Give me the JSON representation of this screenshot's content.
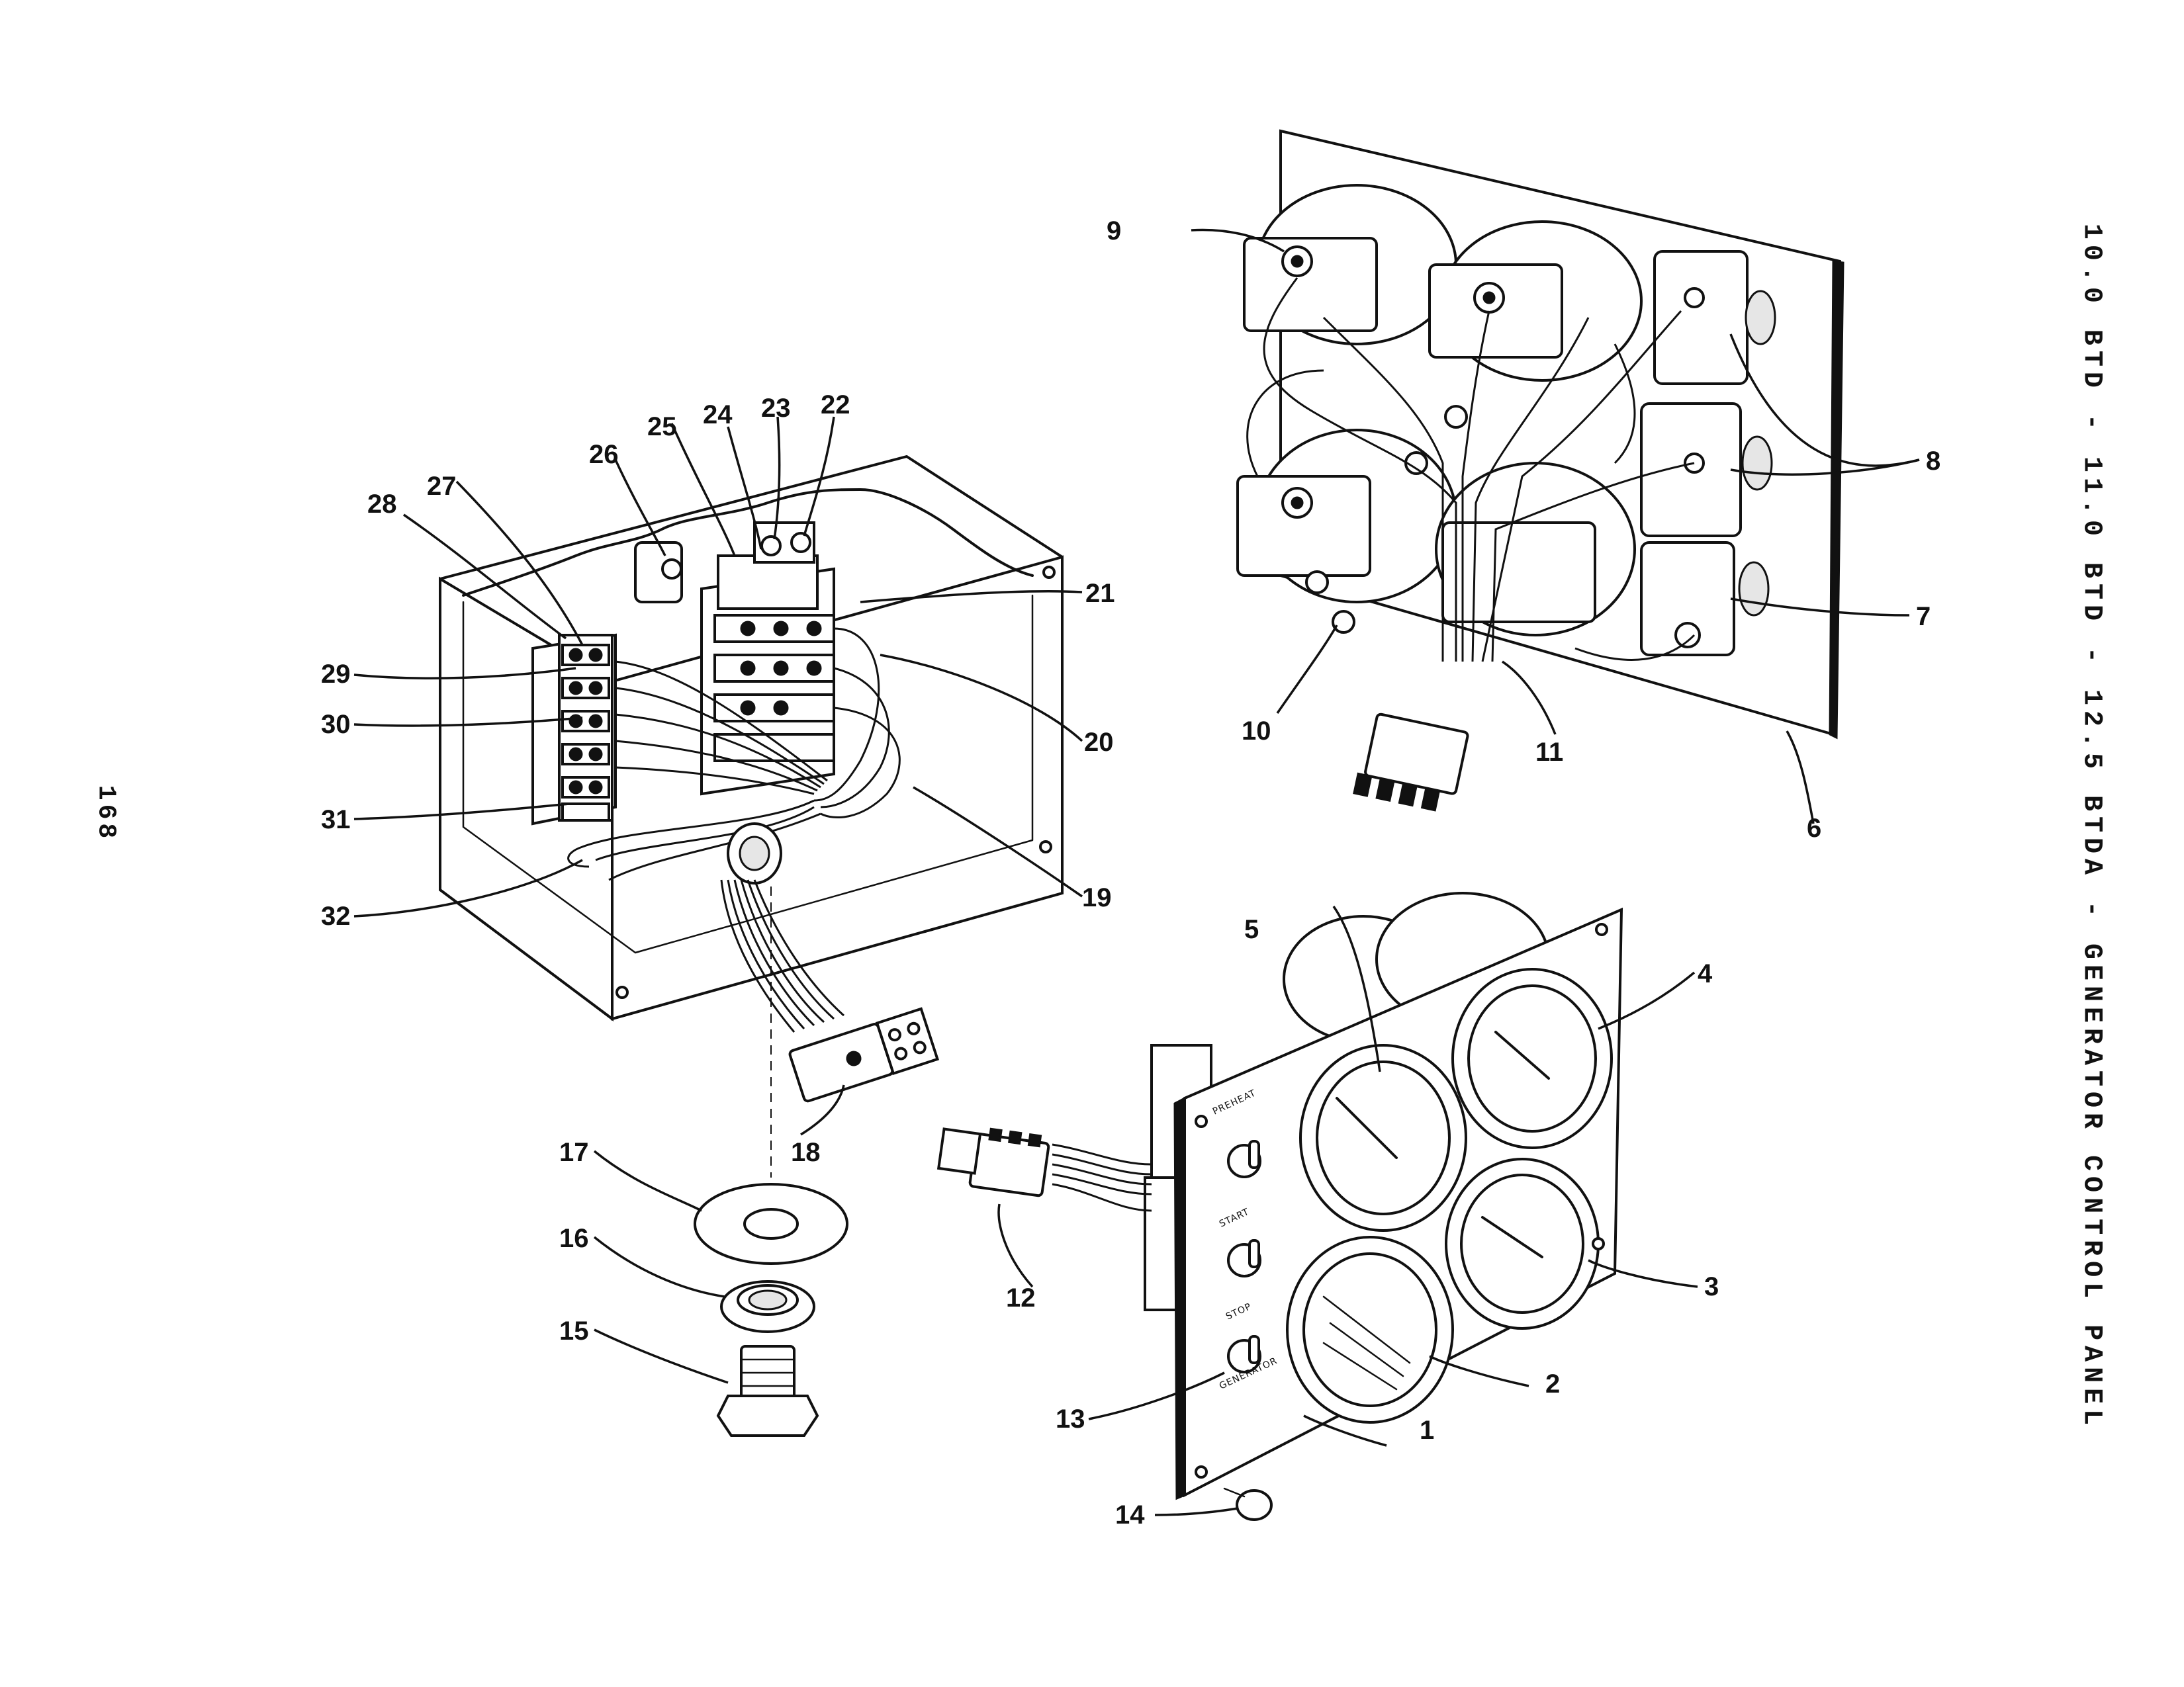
{
  "title": "10.0 BTD - 11.0 BTD - 12.5 BTDA - GENERATOR CONTROL PANEL",
  "page_number": "168",
  "panel_switches": [
    "PREHEAT",
    "START",
    "STOP",
    "GENERATOR"
  ],
  "callouts": [
    "1",
    "2",
    "3",
    "4",
    "5",
    "6",
    "7",
    "8",
    "9",
    "10",
    "11",
    "12",
    "13",
    "14",
    "15",
    "16",
    "17",
    "18",
    "19",
    "20",
    "21",
    "22",
    "23",
    "24",
    "25",
    "26",
    "27",
    "28",
    "29",
    "30",
    "31",
    "32"
  ]
}
